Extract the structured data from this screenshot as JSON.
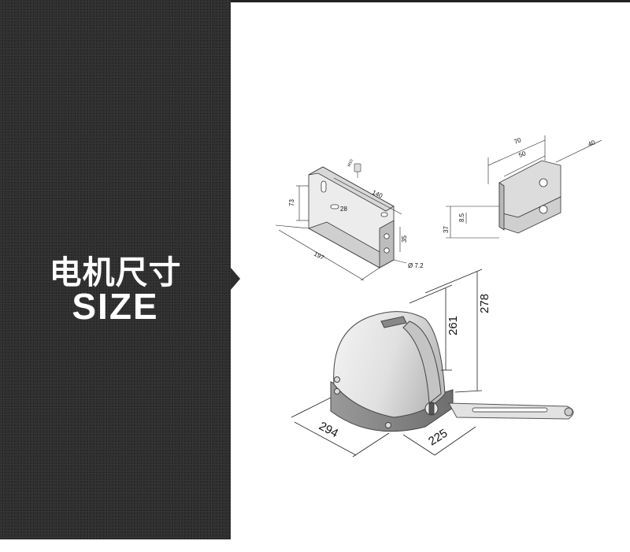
{
  "section": {
    "title_cn": "电机尺寸",
    "title_en": "SIZE"
  },
  "colors": {
    "panel_bg": "#2e2e2e",
    "title_text": "#ffffff",
    "line": "#222222"
  },
  "dimensions": {
    "bracket_height": "73",
    "bracket_slot": "28",
    "bracket_width": "140",
    "bracket_length": "197",
    "bracket_depth": "35",
    "bracket_hole": "Ø 7.2",
    "screw_label": "M10",
    "plate_width": "70",
    "plate_inner": "50",
    "plate_depth": "40",
    "plate_height": "37",
    "plate_offset": "8.5",
    "motor_height_inner": "261",
    "motor_height_total": "278",
    "motor_length": "294",
    "motor_width": "225"
  }
}
